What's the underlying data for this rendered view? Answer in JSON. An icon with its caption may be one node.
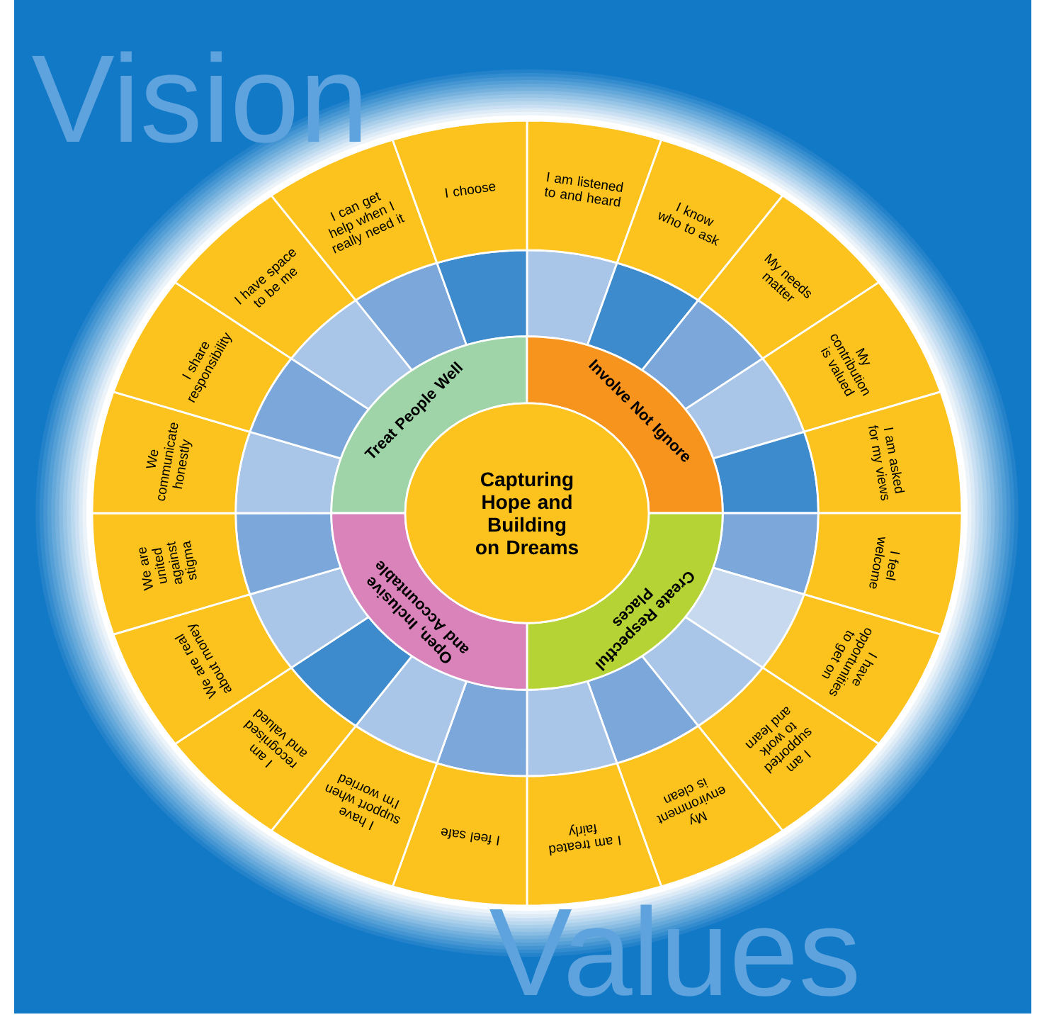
{
  "diagram": {
    "nodes": [
      {
        "text": [
          "Capturing Hope and Building on Dreams"
        ]
      },
      {
        "text": [
          "Treat People Well"
        ]
      },
      {
        "text": [
          "Involve Not Ignore"
        ]
      },
      {
        "text": [
          "Create Respectful Places"
        ]
      },
      {
        "text": [
          "Open, Inclusive and Accountable"
        ]
      },
      {
        "text": [
          "I am listened to and heard"
        ]
      },
      {
        "text": [
          "I know who to ask"
        ]
      },
      {
        "text": [
          "My needs matter"
        ]
      },
      {
        "text": [
          "My contribution is valued"
        ]
      },
      {
        "text": [
          "I am asked for my views"
        ]
      },
      {
        "text": [
          "I feel welcome"
        ]
      },
      {
        "text": [
          "I have opportunities to get on"
        ]
      },
      {
        "text": [
          "I am supported to work and learn"
        ]
      },
      {
        "text": [
          "My environment is clean"
        ]
      },
      {
        "text": [
          "I am treated fairly"
        ]
      },
      {
        "text": [
          "I feel safe"
        ]
      },
      {
        "text": [
          "I have support when I'm worried"
        ]
      },
      {
        "text": [
          "I am recognised and valued"
        ]
      },
      {
        "text": [
          "We are real about money"
        ]
      },
      {
        "text": [
          "We are united against stigma"
        ]
      },
      {
        "text": [
          "We communicate honestly"
        ]
      },
      {
        "text": [
          "I share responsibility"
        ]
      },
      {
        "text": [
          "I have space to be me"
        ]
      },
      {
        "text": [
          "I can get help when I really need it"
        ]
      },
      {
        "text": [
          "I choose"
        ]
      },
      {
        "text": [],
        "shape": "segment"
      },
      {
        "text": [],
        "shape": "segment"
      },
      {
        "text": [],
        "shape": "segment"
      },
      {
        "text": [],
        "shape": "segment"
      },
      {
        "text": [],
        "shape": "segment"
      },
      {
        "text": [],
        "shape": "segment"
      },
      {
        "text": [],
        "shape": "segment"
      },
      {
        "text": [],
        "shape": "segment"
      },
      {
        "text": [],
        "shape": "segment"
      },
      {
        "text": [],
        "shape": "segment"
      },
      {
        "text": [],
        "shape": "segment"
      },
      {
        "text": [],
        "shape": "segment"
      },
      {
        "text": [],
        "shape": "segment"
      },
      {
        "text": [],
        "shape": "segment"
      },
      {
        "text": [],
        "shape": "segment"
      },
      {
        "text": [],
        "shape": "segment"
      },
      {
        "text": [],
        "shape": "segment"
      },
      {
        "text": [],
        "shape": "segment"
      },
      {
        "text": [],
        "shape": "segment"
      },
      {
        "text": [],
        "shape": "segment"
      }
    ],
    "labels": [
      "Vision",
      "Values"
    ]
  }
}
